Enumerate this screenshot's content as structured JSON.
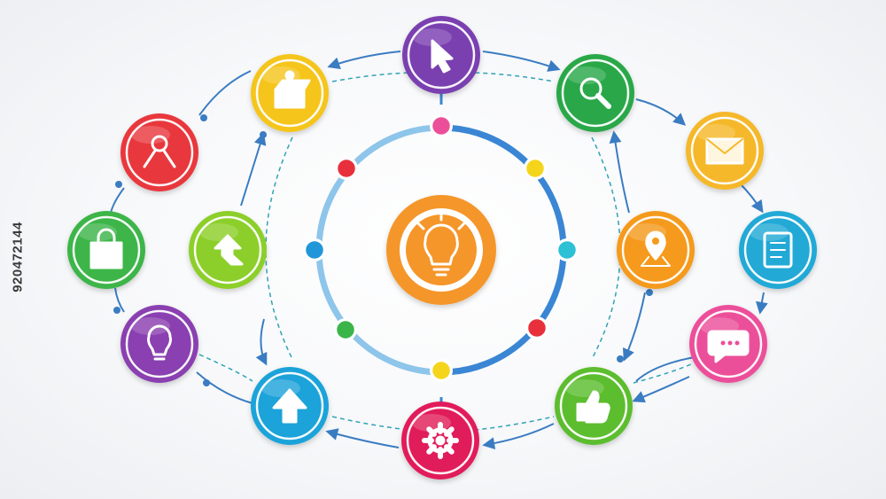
{
  "stock_id": "920472144",
  "colors": {
    "connector": "#3a7cc2",
    "dash": "#2fa3b5",
    "inner_ring": "#8ec5ea",
    "center": "#f5962a"
  },
  "center": {
    "icon": "lightbulb-icon",
    "color": "#f5962a"
  },
  "ring_dots": [
    {
      "color": "#ec4f9a"
    },
    {
      "color": "#f5d51c"
    },
    {
      "color": "#2ec0d4"
    },
    {
      "color": "#e8303c"
    },
    {
      "color": "#f5d51c"
    },
    {
      "color": "#3bb54a"
    },
    {
      "color": "#2196d8"
    },
    {
      "color": "#e8303c"
    }
  ],
  "nodes": [
    {
      "name": "cursor-node",
      "icon": "cursor-icon",
      "color": "#7a3fb0"
    },
    {
      "name": "search-node",
      "icon": "search-icon",
      "color": "#2aa84a"
    },
    {
      "name": "mail-node",
      "icon": "envelope-icon",
      "color": "#f5b82a"
    },
    {
      "name": "document-node",
      "icon": "clipboard-icon",
      "color": "#22a9d6"
    },
    {
      "name": "chat-node",
      "icon": "chat-bubble-icon",
      "color": "#ec4f9a"
    },
    {
      "name": "thumbs-up-node",
      "icon": "thumbs-up-icon",
      "color": "#5bbd2e"
    },
    {
      "name": "settings-node",
      "icon": "gear-icon",
      "color": "#e11f5a"
    },
    {
      "name": "upload-node",
      "icon": "arrow-up-icon",
      "color": "#1fa3d9"
    },
    {
      "name": "idea-node",
      "icon": "lightbulb-outline-icon",
      "color": "#8a3fb0"
    },
    {
      "name": "shopping-node",
      "icon": "shopping-bag-icon",
      "color": "#3cb54a"
    },
    {
      "name": "user-node",
      "icon": "person-icon",
      "color": "#e8373d"
    },
    {
      "name": "box-node",
      "icon": "package-icon",
      "color": "#f5c51c"
    },
    {
      "name": "growth-node",
      "icon": "trend-arrow-icon",
      "color": "#8ccf2a"
    },
    {
      "name": "location-node",
      "icon": "map-pin-icon",
      "color": "#f59a1c"
    }
  ]
}
